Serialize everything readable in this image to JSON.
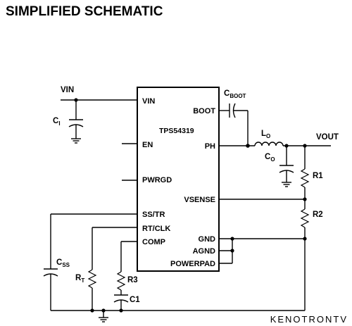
{
  "title": "SIMPLIFIED SCHEMATIC",
  "chip": {
    "name": "TPS54319",
    "pins_left": [
      "VIN",
      "EN",
      "PWRGD",
      "SS/TR",
      "RT/CLK",
      "COMP"
    ],
    "pins_right": [
      "BOOT",
      "PH",
      "VSENSE",
      "GND",
      "AGND",
      "POWERPAD"
    ]
  },
  "nets": {
    "vin": "VIN",
    "vout": "VOUT"
  },
  "components": {
    "ci": {
      "main": "C",
      "sub": "I"
    },
    "cboot": {
      "main": "C",
      "sub": "BOOT"
    },
    "lo": {
      "main": "L",
      "sub": "O"
    },
    "co": {
      "main": "C",
      "sub": "O"
    },
    "r1": "R1",
    "r2": "R2",
    "css": {
      "main": "C",
      "sub": "SS"
    },
    "rt": {
      "main": "R",
      "sub": "T"
    },
    "r3": "R3",
    "c1": "C1"
  },
  "watermark": "KENOTRONTV"
}
